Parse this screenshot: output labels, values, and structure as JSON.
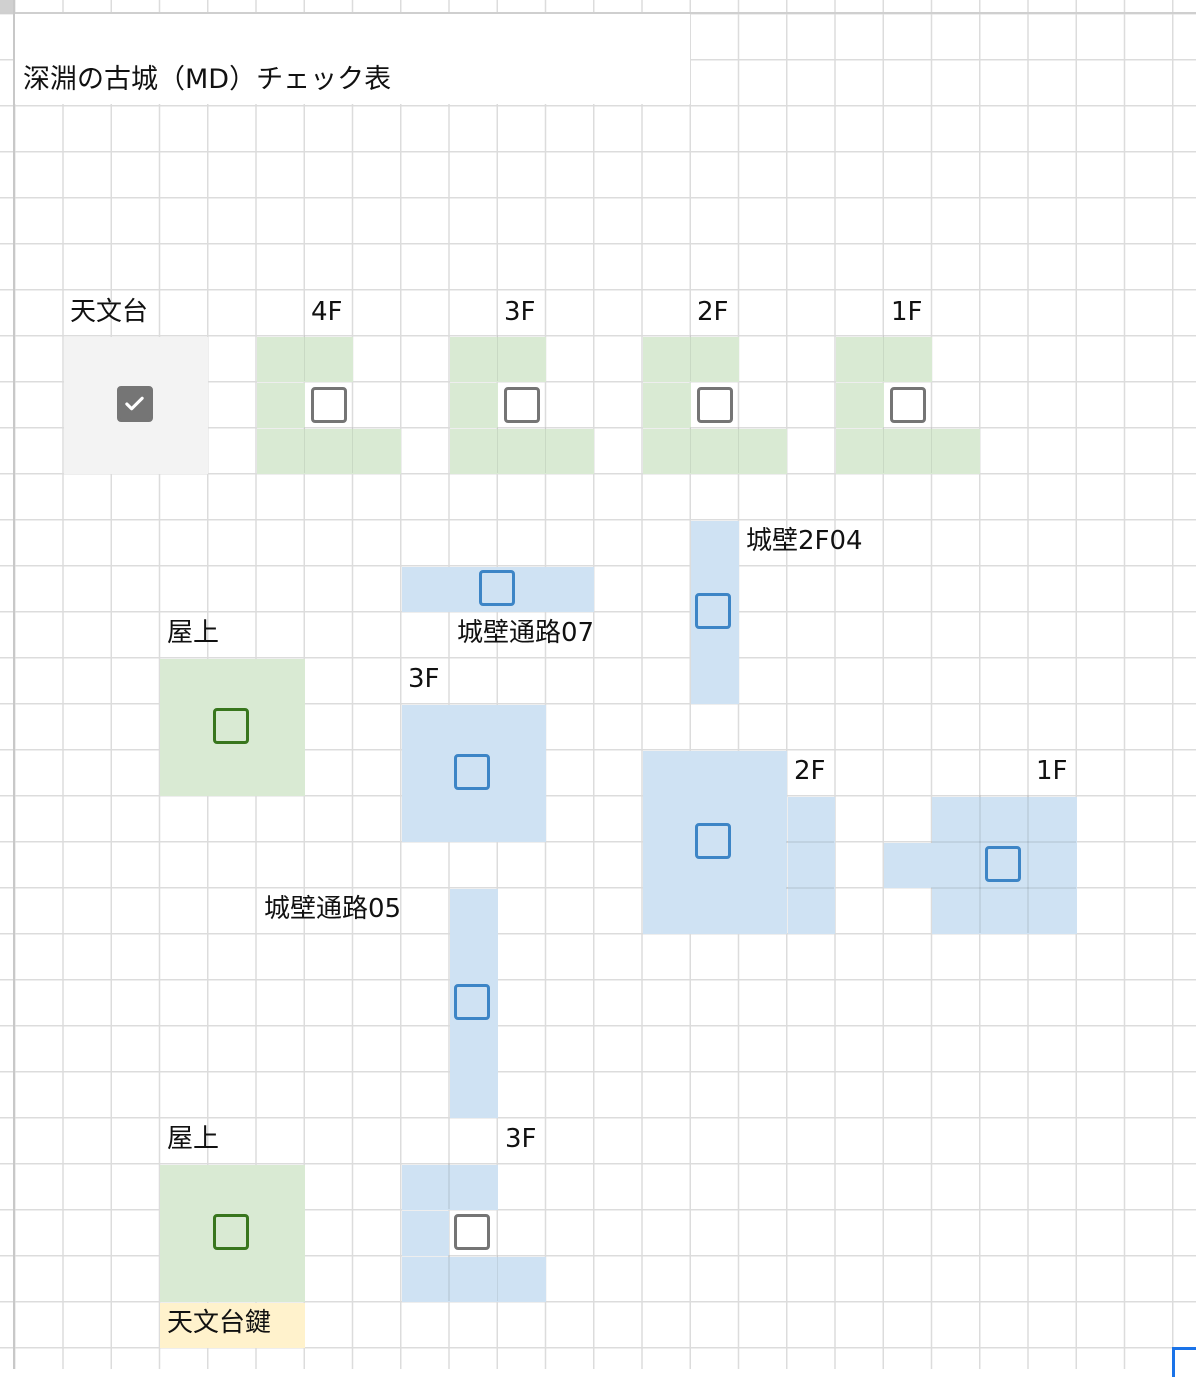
{
  "title": "深淵の古城（MD）チェック表",
  "colors": {
    "green": "#d9ead3",
    "blue": "#cfe2f3",
    "gray": "#f3f3f3",
    "yellow": "#fff2cc",
    "cb_gray": "#757575",
    "cb_blue": "#3d85c6",
    "cb_green": "#38761d"
  },
  "sections": [
    {
      "id": "observatory",
      "label": "天文台",
      "checked": true,
      "checkbox_color": "cb_gray"
    },
    {
      "id": "f4",
      "label": "4F",
      "checked": false,
      "checkbox_color": "cb_gray"
    },
    {
      "id": "f3a",
      "label": "3F",
      "checked": false,
      "checkbox_color": "cb_gray"
    },
    {
      "id": "f2a",
      "label": "2F",
      "checked": false,
      "checkbox_color": "cb_gray"
    },
    {
      "id": "f1a",
      "label": "1F",
      "checked": false,
      "checkbox_color": "cb_gray"
    },
    {
      "id": "wall2f04",
      "label": "城壁2F04",
      "checked": false,
      "checkbox_color": "cb_blue"
    },
    {
      "id": "wallpath07",
      "label": "城壁通路07",
      "checked": false,
      "checkbox_color": "cb_blue"
    },
    {
      "id": "roof1",
      "label": "屋上",
      "checked": false,
      "checkbox_color": "cb_green"
    },
    {
      "id": "f3b",
      "label": "3F",
      "checked": false,
      "checkbox_color": "cb_blue"
    },
    {
      "id": "f2b",
      "label": "2F",
      "checked": false,
      "checkbox_color": "cb_blue"
    },
    {
      "id": "f1b",
      "label": "1F",
      "checked": false,
      "checkbox_color": "cb_blue"
    },
    {
      "id": "wallpath05",
      "label": "城壁通路05",
      "checked": false,
      "checkbox_color": "cb_blue"
    },
    {
      "id": "roof2",
      "label": "屋上",
      "checked": false,
      "checkbox_color": "cb_green"
    },
    {
      "id": "f3c",
      "label": "3F",
      "checked": false,
      "checkbox_color": "cb_gray"
    }
  ],
  "observatory_key": "天文台鍵"
}
